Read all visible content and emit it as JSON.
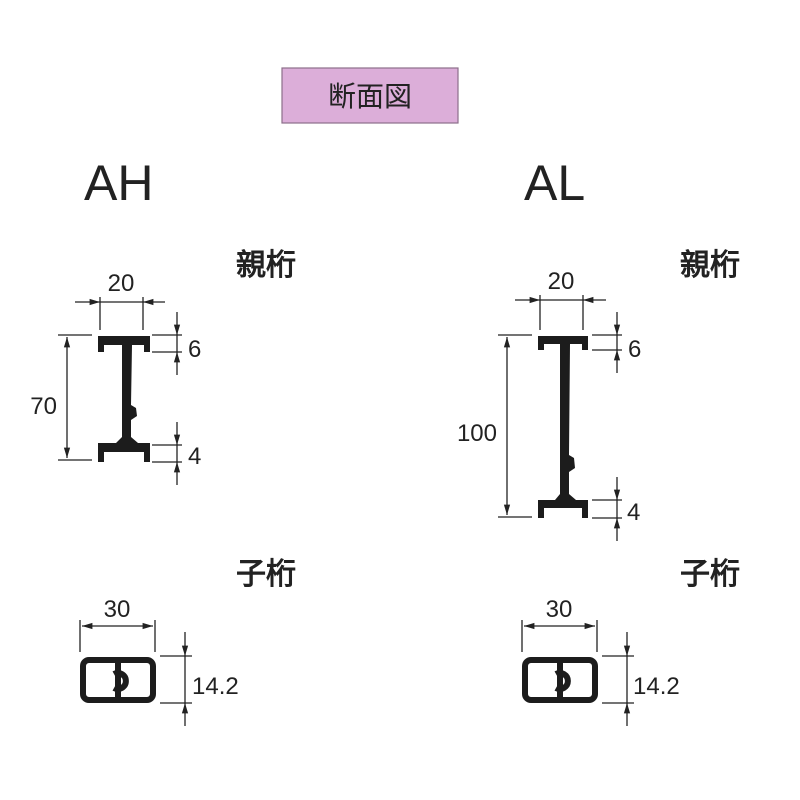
{
  "title": "断面図",
  "colors": {
    "title_bg": "#dcaed9",
    "title_border": "#8c6f8a",
    "ink": "#1c1c1c"
  },
  "sections": [
    {
      "name": "AH",
      "parent": {
        "label": "親桁",
        "width": "20",
        "height": "70",
        "top_flange": "6",
        "bottom_flange": "4"
      },
      "child": {
        "label": "子桁",
        "width": "30",
        "height": "14.2"
      }
    },
    {
      "name": "AL",
      "parent": {
        "label": "親桁",
        "width": "20",
        "height": "100",
        "top_flange": "6",
        "bottom_flange": "4"
      },
      "child": {
        "label": "子桁",
        "width": "30",
        "height": "14.2"
      }
    }
  ]
}
